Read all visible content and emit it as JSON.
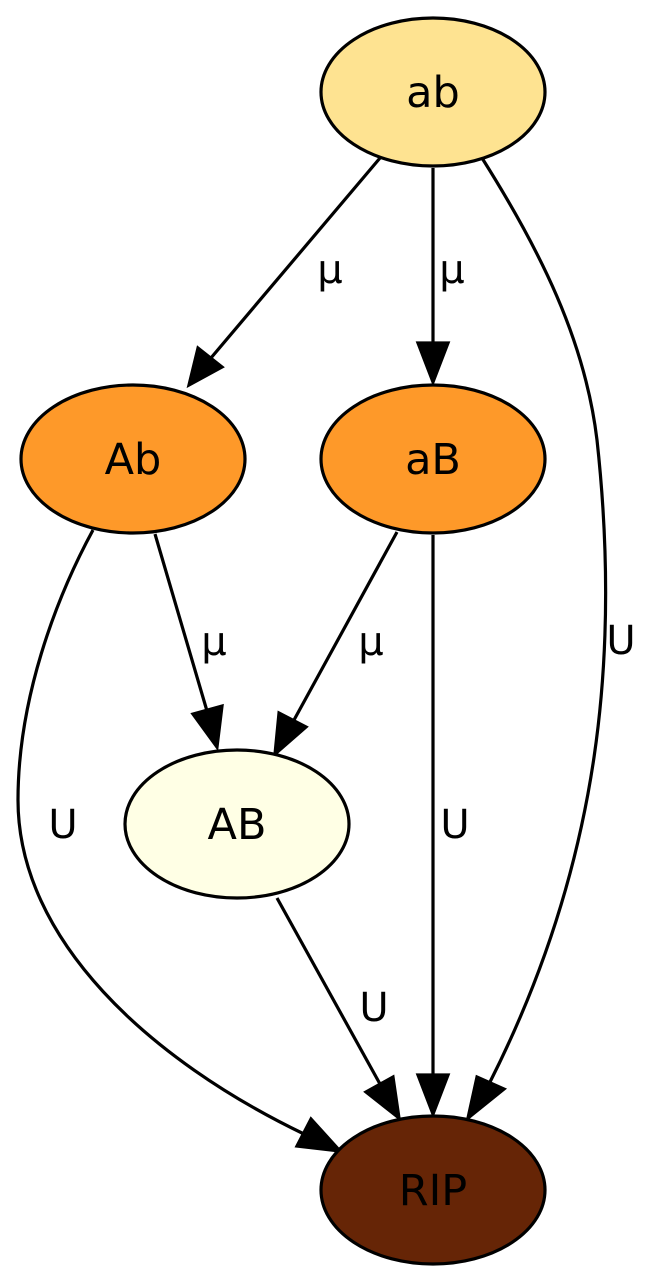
{
  "nodes": {
    "ab": {
      "label": "ab",
      "fill": "#fee391"
    },
    "Ab": {
      "label": "Ab",
      "fill": "#fe9929"
    },
    "aB": {
      "label": "aB",
      "fill": "#fe9929"
    },
    "AB": {
      "label": "AB",
      "fill": "#ffffe5"
    },
    "RIP": {
      "label": "RIP",
      "fill": "#662506"
    }
  },
  "edges": [
    {
      "from": "ab",
      "to": "Ab",
      "label": "μ"
    },
    {
      "from": "ab",
      "to": "aB",
      "label": "μ"
    },
    {
      "from": "ab",
      "to": "RIP",
      "label": "U"
    },
    {
      "from": "Ab",
      "to": "AB",
      "label": "μ"
    },
    {
      "from": "Ab",
      "to": "RIP",
      "label": "U"
    },
    {
      "from": "aB",
      "to": "AB",
      "label": "μ"
    },
    {
      "from": "aB",
      "to": "RIP",
      "label": "U"
    },
    {
      "from": "AB",
      "to": "RIP",
      "label": "U"
    }
  ]
}
